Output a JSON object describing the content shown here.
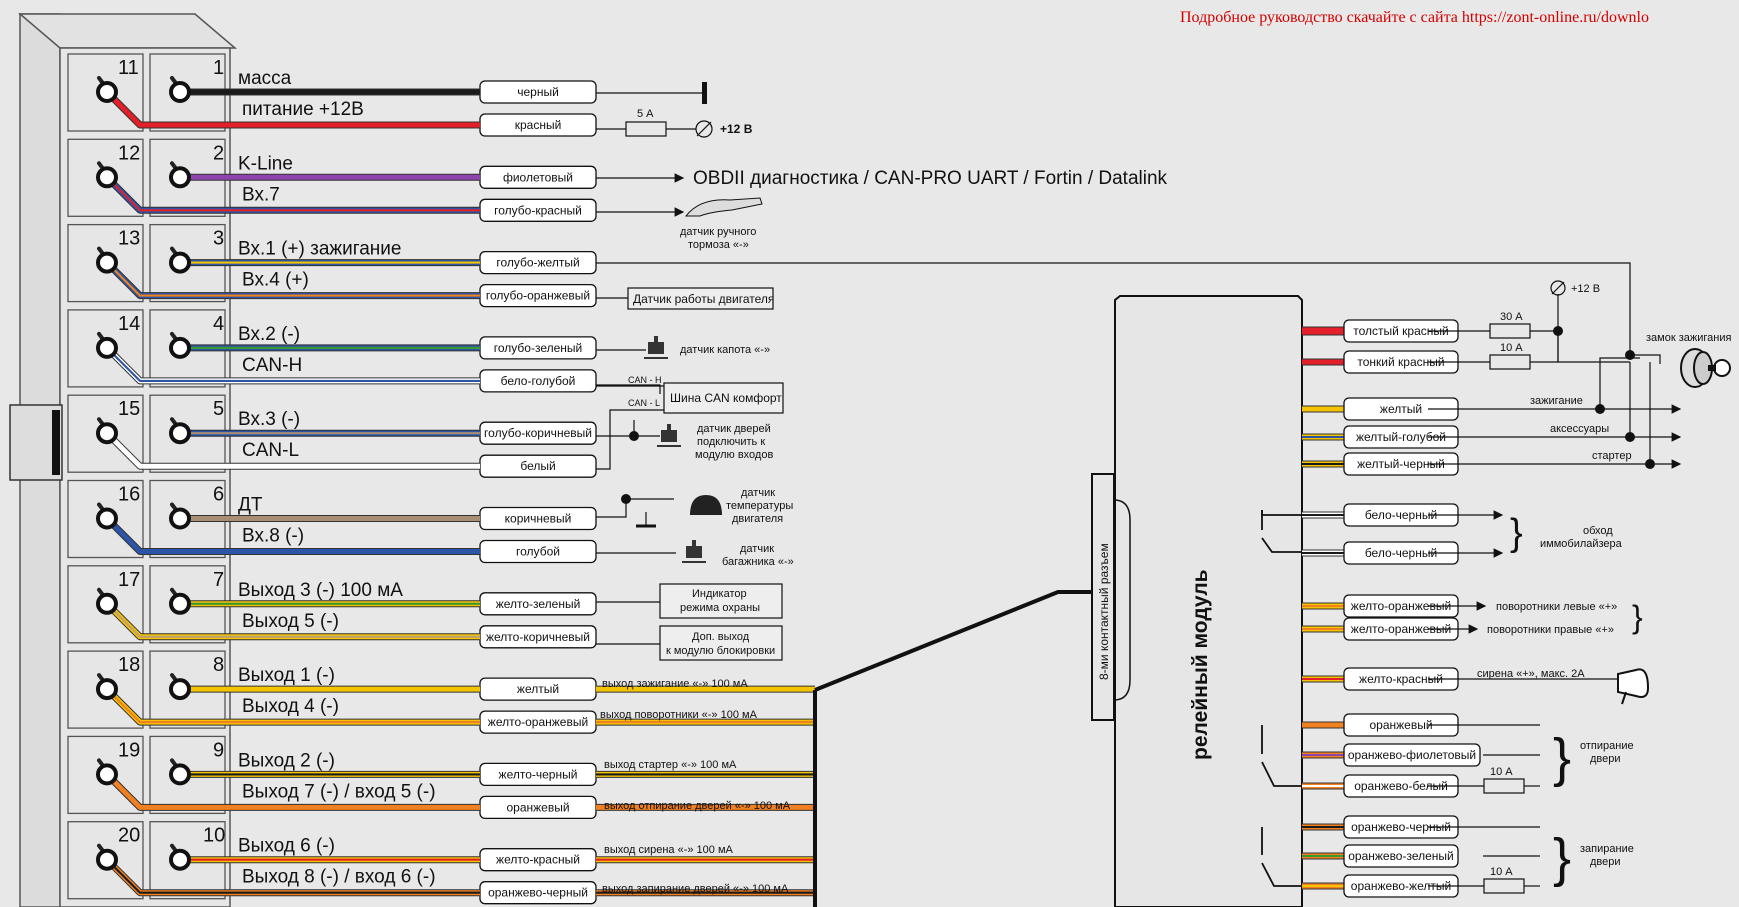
{
  "note": {
    "top": "Подробное руководство скачайте с сайта  https://zont-online.ru/downlo"
  },
  "connector": {
    "pins": [
      {
        "left": "11",
        "right": "1",
        "signals": [
          "масса",
          "питание +12В"
        ],
        "wires": [
          "черный",
          "красный"
        ]
      },
      {
        "left": "12",
        "right": "2",
        "signals": [
          "K-Line",
          "Вх.7"
        ],
        "wires": [
          "фиолетовый",
          "голубо-красный"
        ]
      },
      {
        "left": "13",
        "right": "3",
        "signals": [
          "Вх.1 (+) зажигание",
          "Вх.4 (+)"
        ],
        "wires": [
          "голубо-желтый",
          "голубо-оранжевый"
        ]
      },
      {
        "left": "14",
        "right": "4",
        "signals": [
          "Вх.2 (-)",
          "CAN-H"
        ],
        "wires": [
          "голубо-зеленый",
          "бело-голубой"
        ]
      },
      {
        "left": "15",
        "right": "5",
        "signals": [
          "Вх.3 (-)",
          "CAN-L"
        ],
        "wires": [
          "голубо-коричневый",
          "белый"
        ]
      },
      {
        "left": "16",
        "right": "6",
        "signals": [
          "ДТ",
          "Вх.8 (-)"
        ],
        "wires": [
          "коричневый",
          "голубой"
        ]
      },
      {
        "left": "17",
        "right": "7",
        "signals": [
          "Выход 3 (-) 100 мА",
          "Выход 5 (-)"
        ],
        "wires": [
          "желто-зеленый",
          "желто-коричневый"
        ]
      },
      {
        "left": "18",
        "right": "8",
        "signals": [
          "Выход 1 (-)",
          "Выход 4 (-)"
        ],
        "wires": [
          "желтый",
          "желто-оранжевый"
        ]
      },
      {
        "left": "19",
        "right": "9",
        "signals": [
          "Выход 2 (-)",
          "Выход 7 (-) / вход 5 (-)"
        ],
        "wires": [
          "желто-черный",
          "оранжевый"
        ]
      },
      {
        "left": "20",
        "right": "10",
        "signals": [
          "Выход 6 (-)",
          "Выход 8 (-) / вход 6 (-)"
        ],
        "wires": [
          "желто-красный",
          "оранжево-черный"
        ]
      }
    ]
  },
  "left_targets": {
    "fuse_5a": "5 А",
    "plus12": "+12 В",
    "obd": "OBDII диагностика / CAN-PRO UART / Fortin / Datalink",
    "handbrake": [
      "датчик ручного",
      "тормоза «-»"
    ],
    "engine_run": "Датчик работы двигателя",
    "hood": "датчик капота «-»",
    "can_h": "CAN - H",
    "can_l": "CAN - L",
    "can_bus": "Шина CAN комфорт",
    "doors": [
      "датчик дверей",
      "подключить к",
      "модулю входов"
    ],
    "temp": [
      "датчик",
      "температуры",
      "двигателя"
    ],
    "trunk": [
      "датчик",
      "багажника «-»"
    ],
    "guard_ind": [
      "Индикатор",
      "режима охраны"
    ],
    "extra_out": [
      "Доп. выход",
      "к модулю блокировки"
    ],
    "out_ign": "выход зажигание «-» 100 мА",
    "out_turn": "выход поворотники «-» 100 мА",
    "out_start": "выход стартер «-» 100 мА",
    "out_unlock": "выход отпирание дверей «-» 100 мА",
    "out_siren": "выход сирена «-» 100 мА",
    "out_lock": "выход запирание дверей «-» 100 мА"
  },
  "relay": {
    "title": "релейный модуль",
    "connector_label": "8-ми контактный разъем",
    "wires": [
      "толстый красный",
      "тонкий красный",
      "желтый",
      "желтый-голубой",
      "желтый-черный",
      "бело-черный",
      "бело-черный",
      "желто-оранжевый",
      "желто-оранжевый",
      "желто-красный",
      "оранжевый",
      "оранжево-фиолетовый",
      "оранжево-белый",
      "оранжево-черный",
      "оранжево-зеленый",
      "оранжево-желтый"
    ],
    "fuse_30a": "30 А",
    "fuse_10a": "10 А",
    "plus12": "+12 В",
    "ign_lock": "замок зажигания",
    "ignition": "зажигание",
    "accessories": "аксессуары",
    "starter": "стартер",
    "immo": [
      "обход",
      "иммобилайзера"
    ],
    "turn_left": "поворотники левые «+»",
    "turn_right": "поворотники правые «+»",
    "siren": "сирена «+», макс. 2А",
    "unlock": [
      "отпирание",
      "двери"
    ],
    "lock": [
      "запирание",
      "двери"
    ],
    "fuse_10a_b": "10 А",
    "fuse_10a_c": "10 А"
  },
  "colors": {
    "black": "#1a1a1a",
    "red": "#e3202a",
    "violet": "#8e44ad",
    "blue": "#2c55a8",
    "yellow": "#f5c400",
    "orange": "#f08020",
    "green": "#3c9a2c",
    "white": "#ffffff",
    "brown": "#a88e74",
    "ybrown": "#bfa070",
    "note_red": "#d40000"
  }
}
